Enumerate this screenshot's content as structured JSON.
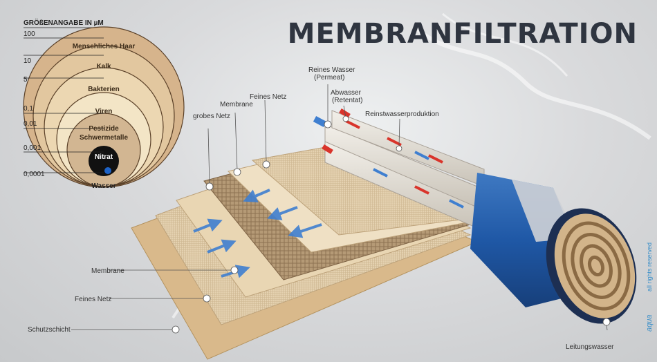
{
  "title": "MEMBRANFILTRATION",
  "size_chart": {
    "header": "GRÖßENANGABE IN µM",
    "scale": [
      "100",
      "10",
      "5",
      "0,1",
      "0,01",
      "0,001",
      "0,0001"
    ],
    "circles": [
      {
        "label": "Menschliches Haar",
        "color": "#d6b48c"
      },
      {
        "label": "Kalk",
        "color": "#e2c79f"
      },
      {
        "label": "Bakterien",
        "color": "#ecd7b2"
      },
      {
        "label": "Viren",
        "color": "#f3e5c6"
      },
      {
        "label": "Pestizide",
        "label2": "Schwermetalle",
        "color": "#d2b692"
      },
      {
        "label": "Nitrat",
        "color": "#111111"
      },
      {
        "label": "Wasser",
        "color": "#1e63c6"
      }
    ]
  },
  "labels": {
    "grobes_netz": "grobes Netz",
    "membrane_top": "Membrane",
    "feines_netz_top": "Feines Netz",
    "reines_wasser": "Reines Wasser",
    "permeat": "(Permeat)",
    "abwasser": "Abwasser",
    "retentat": "(Retentat)",
    "reinstwasser": "Reinstwasserproduktion",
    "membrane_left": "Membrane",
    "feines_netz_left": "Feines Netz",
    "schutzschicht": "Schutzschicht",
    "leitungswasser": "Leitungswasser"
  },
  "brand": {
    "name": "aqua",
    "suffix": "all rights reserved"
  },
  "colors": {
    "accent_blue": "#1f5fae",
    "tan": "#d6b48c",
    "red": "#d9342b"
  }
}
